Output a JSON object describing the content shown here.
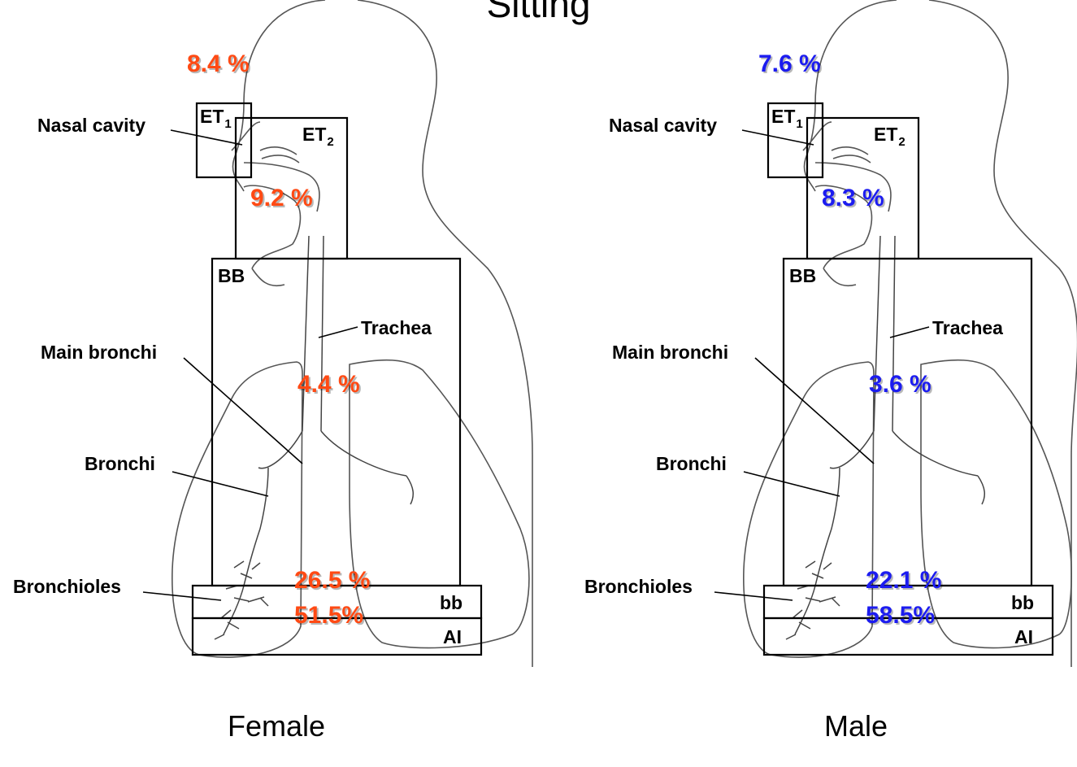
{
  "title": "Sitting",
  "labels": {
    "et1": "ET",
    "et1_sub": "1",
    "et2": "ET",
    "et2_sub": "2",
    "nasal_cavity": "Nasal cavity",
    "bb_upper": "BB",
    "trachea": "Trachea",
    "main_bronchi": "Main bronchi",
    "bronchi": "Bronchi",
    "bronchioles": "Bronchioles",
    "bb_lower": "bb",
    "al": "AI"
  },
  "panels": [
    {
      "caption": "Female",
      "color": "#ff4a14",
      "deposition": {
        "et1": "8.4 %",
        "et2": "9.2 %",
        "bb_upper": "4.4 %",
        "bb_lower": "26.5 %",
        "al": "51.5%"
      }
    },
    {
      "caption": "Male",
      "color": "#1c1cf0",
      "deposition": {
        "et1": "7.6 %",
        "et2": "8.3 %",
        "bb_upper": "3.6 %",
        "bb_lower": "22.1 %",
        "al": "58.5%"
      }
    }
  ]
}
